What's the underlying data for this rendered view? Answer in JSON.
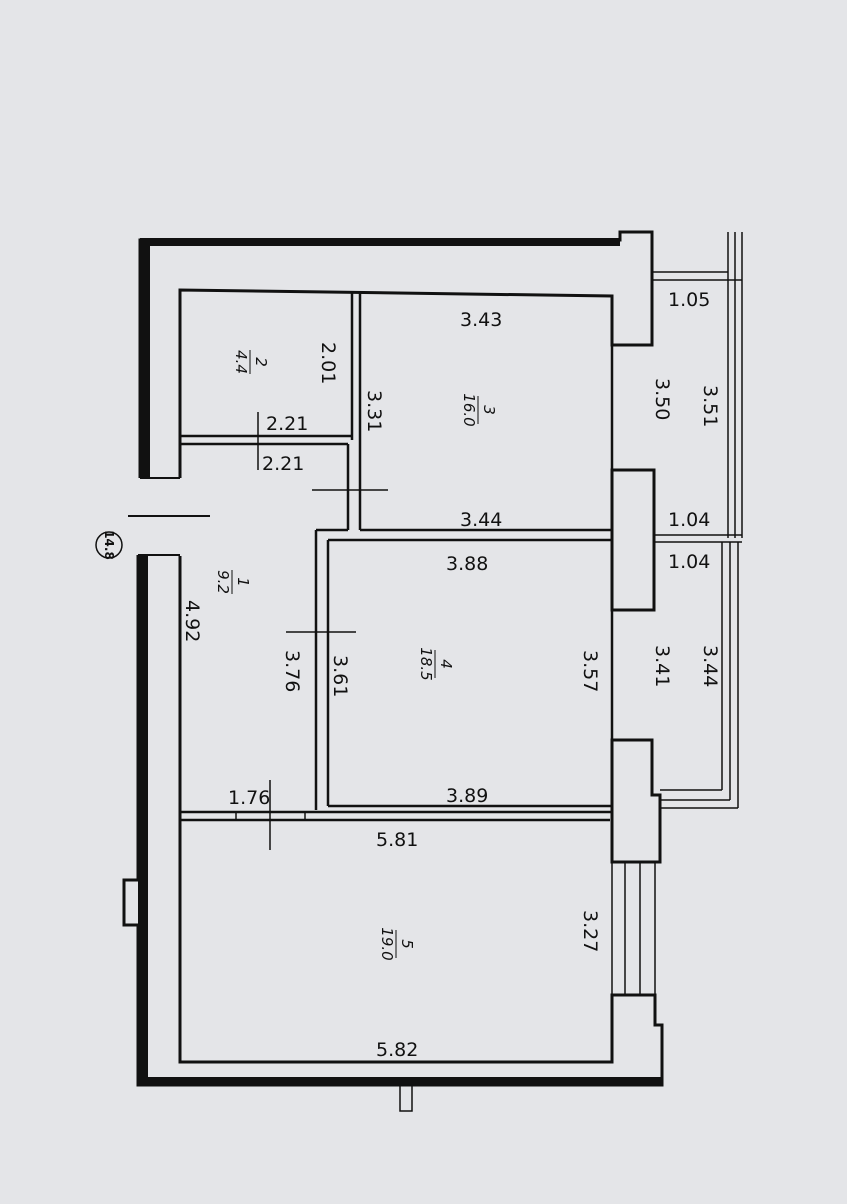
{
  "plan": {
    "apartment_label": "14.8",
    "rooms": [
      {
        "number": "1",
        "area": "9.2"
      },
      {
        "number": "2",
        "area": "4.4"
      },
      {
        "number": "3",
        "area": "16.0"
      },
      {
        "number": "4",
        "area": "18.5"
      },
      {
        "number": "5",
        "area": "19.0"
      }
    ],
    "dimensions": {
      "d_3_43": "3.43",
      "d_1_05": "1.05",
      "d_2_01": "2.01",
      "d_3_31": "3.31",
      "d_3_51": "3.51",
      "d_3_50": "3.50",
      "d_2_21_top": "2.21",
      "d_2_21_bottom": "2.21",
      "d_3_44_mid": "3.44",
      "d_1_04_top": "1.04",
      "d_3_88": "3.88",
      "d_1_04_bottom": "1.04",
      "d_4_92": "4.92",
      "d_3_76": "3.76",
      "d_3_61": "3.61",
      "d_3_57": "3.57",
      "d_3_41": "3.41",
      "d_3_44_right": "3.44",
      "d_1_76": "1.76",
      "d_3_89": "3.89",
      "d_5_81": "5.81",
      "d_3_27": "3.27",
      "d_5_82": "5.82"
    }
  }
}
